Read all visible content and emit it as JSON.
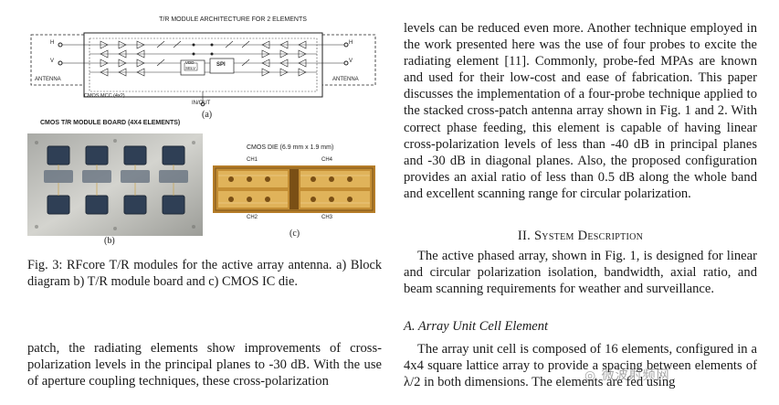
{
  "figure": {
    "diagram_title": "T/R MODULE ARCHITECTURE FOR 2 ELEMENTS",
    "antenna_left": "ANTENNA",
    "antenna_right": "ANTENNA",
    "port_h_left": "H",
    "port_v_left": "V",
    "port_h_right": "H",
    "port_v_right": "V",
    "inout_label": "IN/OUT",
    "chip_label": "CMOS MCC (4x2)",
    "ctrl_label_1": "VDD",
    "ctrl_label_2": "SELV",
    "spi_label": "SPI",
    "label_a": "(a)",
    "board_title": "CMOS T/R MODULE BOARD (4X4 ELEMENTS)",
    "label_b": "(b)",
    "die_title": "CMOS DIE (6.9 mm x 1.9 mm)",
    "ch1": "CH1",
    "ch2": "CH2",
    "ch3": "CH3",
    "ch4": "CH4",
    "label_c": "(c)"
  },
  "caption": "Fig. 3: RFcore T/R modules for the active array antenna. a) Block diagram b) T/R module board and c) CMOS IC die.",
  "left_body": "patch, the radiating elements show improvements of cross-polarization levels in the principal planes to -30 dB. With the use of aperture coupling techniques, these cross-polarization",
  "right_para1": "levels can be reduced even more. Another technique employed in the work presented here was the use of four probes to excite the radiating element [11]. Commonly, probe-fed MPAs are known and used for their low-cost and ease of fabrication. This paper discusses the implementation of a four-probe technique applied to the stacked cross-patch antenna array shown in Fig. 1 and 2. With correct phase feeding, this element is capable of having linear cross-polarization levels of less than -40 dB in principal planes and -30 dB in diagonal planes. Also, the proposed configuration provides an axial ratio of less than 0.5 dB along the whole band and excellent scanning range for circular polarization.",
  "section_number": "II.",
  "section_title": "System Description",
  "right_para2": "The active phased array, shown in Fig. 1, is designed for linear and circular polarization isolation, bandwidth, axial ratio, and beam scanning requirements for weather and surveillance.",
  "subsection_title": "A. Array Unit Cell Element",
  "right_para3": "The array unit cell is composed of 16 elements, configured in a 4x4 square lattice array to provide a spacing between elements of λ/2 in both dimensions. The elements are fed using",
  "watermark_text": "微波射频网"
}
